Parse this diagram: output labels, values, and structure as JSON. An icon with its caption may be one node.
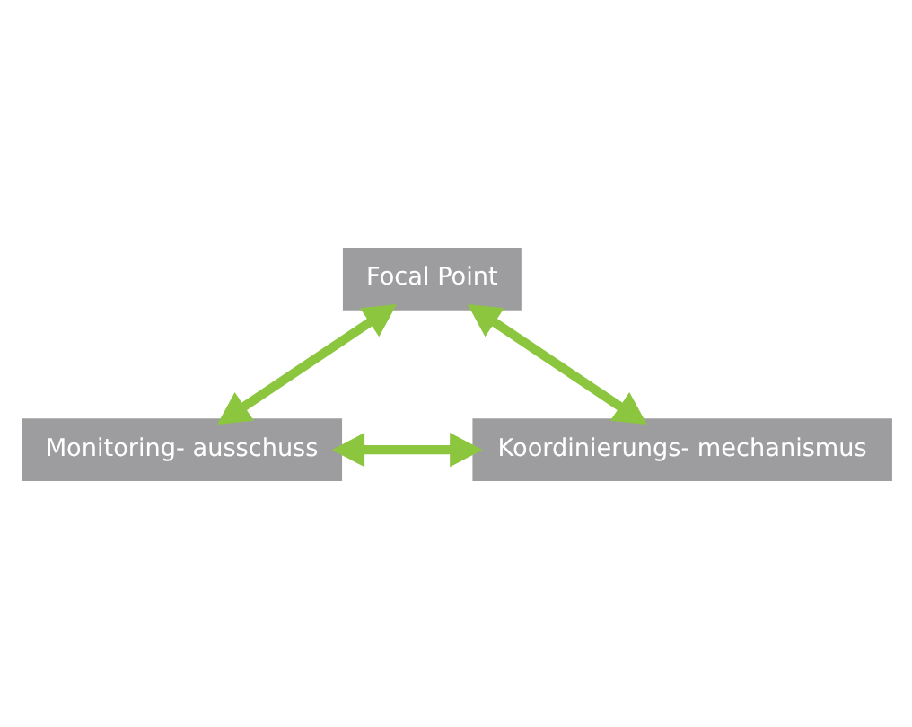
{
  "diagram": {
    "nodes": [
      {
        "text": [
          "Focal Point"
        ]
      },
      {
        "text": [
          "Monitoring- ausschuss"
        ]
      },
      {
        "text": [
          "Koordinierungs- mechanismus"
        ]
      }
    ],
    "edges": [
      {
        "from": 0,
        "to": 1,
        "arrow": "both"
      },
      {
        "from": 0,
        "to": 2,
        "arrow": "both"
      },
      {
        "from": 1,
        "to": 2,
        "arrow": "both"
      }
    ]
  }
}
